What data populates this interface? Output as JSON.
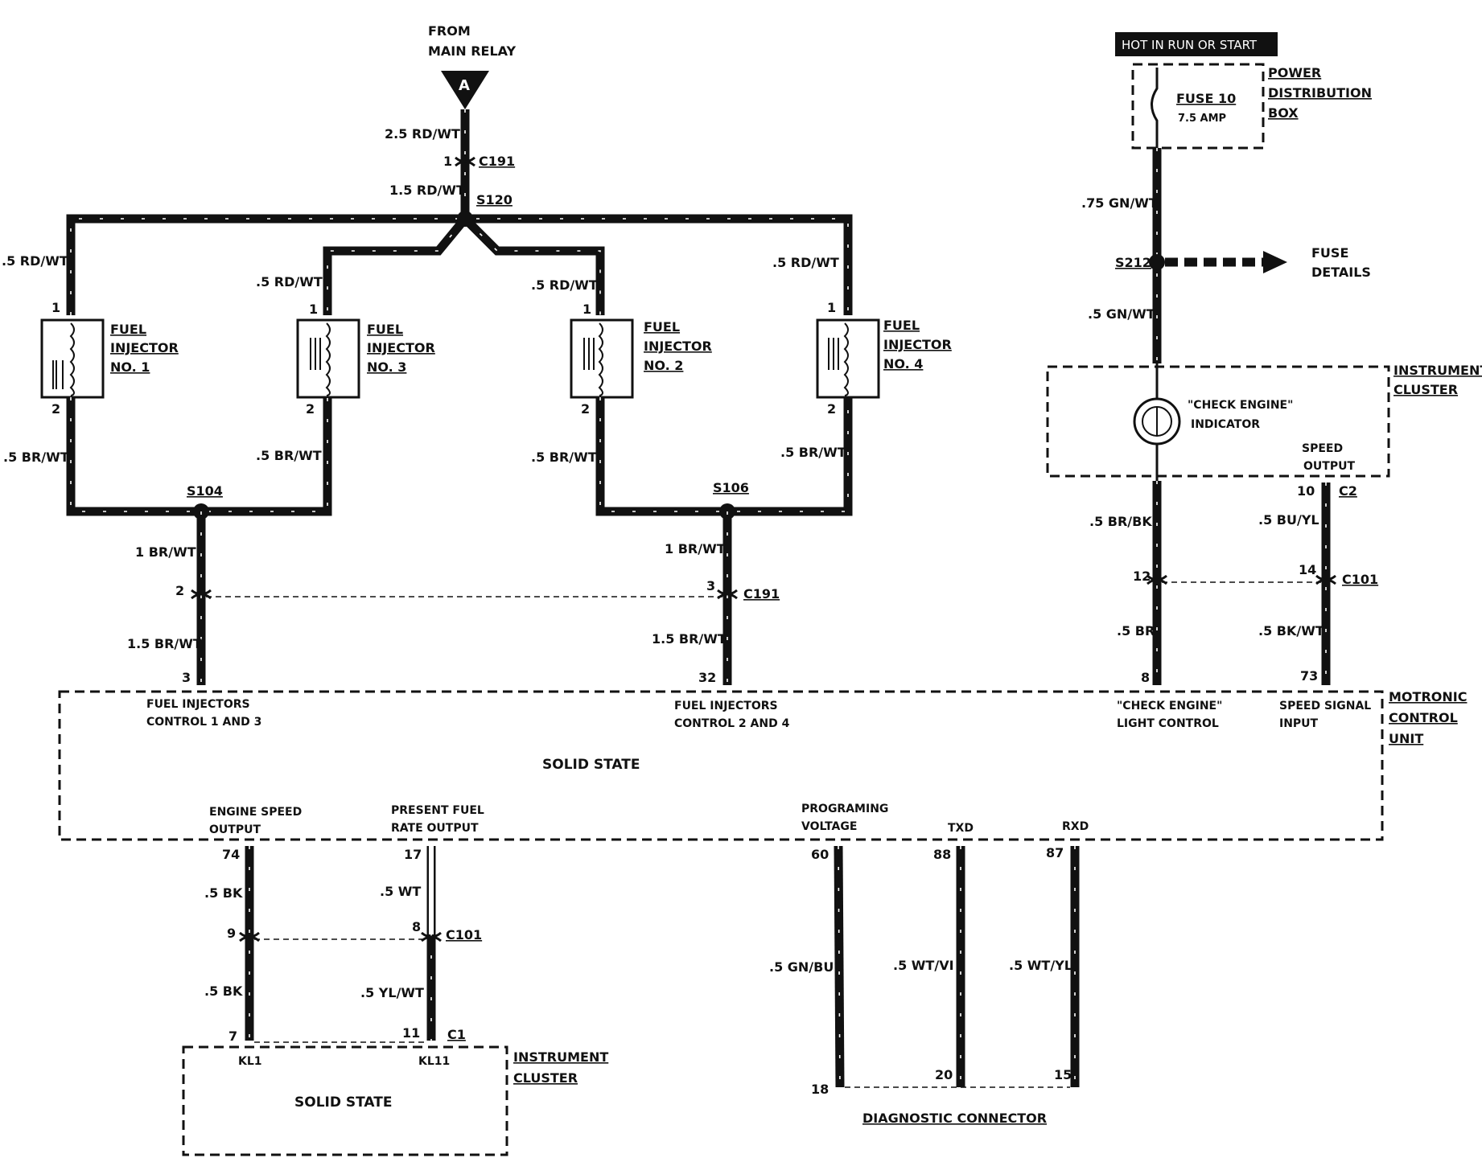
{
  "source": {
    "line1": "FROM",
    "line2": "MAIN RELAY",
    "marker": "A"
  },
  "top_wires": {
    "main": "2.5 RD/WT",
    "main_pin": "1",
    "c191_top": "C191",
    "bus": "1.5 RD/WT",
    "s120": "S120"
  },
  "injectors": [
    {
      "l1": "FUEL",
      "l2": "INJECTOR",
      "l3": "NO. 1",
      "pin_top": "1",
      "pin_bot": "2",
      "wire_top": ".5 RD/WT",
      "wire_bot": ".5 BR/WT"
    },
    {
      "l1": "FUEL",
      "l2": "INJECTOR",
      "l3": "NO. 3",
      "pin_top": "1",
      "pin_bot": "2",
      "wire_top": ".5 RD/WT",
      "wire_bot": ".5 BR/WT"
    },
    {
      "l1": "FUEL",
      "l2": "INJECTOR",
      "l3": "NO. 2",
      "pin_top": "1",
      "pin_bot": "2",
      "wire_top": ".5 RD/WT",
      "wire_bot": ".5 BR/WT"
    },
    {
      "l1": "FUEL",
      "l2": "INJECTOR",
      "l3": "NO. 4",
      "pin_top": "1",
      "pin_bot": "2",
      "wire_top": ".5 RD/WT",
      "wire_bot": ".5 BR/WT"
    }
  ],
  "splices": {
    "s104": "S104",
    "s106": "S106",
    "s212": "S212",
    "left_w1": "1 BR/WT",
    "left_pin": "2",
    "left_w2": "1.5 BR/WT",
    "left_ecu_pin": "3",
    "right_w1": "1 BR/WT",
    "right_pin": "3",
    "c191_mid": "C191",
    "right_w2": "1.5 BR/WT",
    "right_ecu_pin": "32"
  },
  "power": {
    "hot_label": "HOT IN RUN OR START",
    "fuse_name": "FUSE 10",
    "fuse_amp": "7.5 AMP",
    "pdb1": "POWER",
    "pdb2": "DISTRIBUTION",
    "pdb3": "BOX",
    "w1": ".75 GN/WT",
    "fuse_details1": "FUSE",
    "fuse_details2": "DETAILS",
    "w2": ".5 GN/WT"
  },
  "cluster_top": {
    "l1": "INSTRUMENT",
    "l2": "CLUSTER",
    "indicator1": "\"CHECK ENGINE\"",
    "indicator2": "INDICATOR",
    "speed1": "SPEED",
    "speed2": "OUTPUT",
    "pin10": "10",
    "c2": "C2",
    "w_brbk": ".5 BR/BK",
    "w_buyl": ".5 BU/YL",
    "pin12": "12",
    "pin14": "14",
    "c101": "C101",
    "w_br": ".5 BR",
    "w_bkwt": ".5 BK/WT",
    "pin8": "8",
    "pin73": "73"
  },
  "ecu": {
    "name1": "MOTRONIC",
    "name2": "CONTROL",
    "name3": "UNIT",
    "solid_state": "SOLID STATE",
    "inj13_a": "FUEL INJECTORS",
    "inj13_b": "CONTROL 1 AND 3",
    "inj24_a": "FUEL INJECTORS",
    "inj24_b": "CONTROL 2 AND 4",
    "check_a": "\"CHECK ENGINE\"",
    "check_b": "LIGHT CONTROL",
    "speed_a": "SPEED SIGNAL",
    "speed_b": "INPUT",
    "eng_a": "ENGINE SPEED",
    "eng_b": "OUTPUT",
    "fuel_a": "PRESENT FUEL",
    "fuel_b": "RATE OUTPUT",
    "prog_a": "PROGRAMING",
    "prog_b": "VOLTAGE",
    "txd": "TXD",
    "rxd": "RXD"
  },
  "bottom": {
    "pin74": "74",
    "w_bk1": ".5 BK",
    "pin9": "9",
    "w_bk2": ".5 BK",
    "pin7": "7",
    "kl1": "KL1",
    "pin17": "17",
    "w_wt": ".5  WT",
    "pin8": "8",
    "c101": "C101",
    "w_ylwt": ".5 YL/WT",
    "pin11": "11",
    "c1": "C1",
    "kl11": "KL11",
    "pin60": "60",
    "w_gnbu": ".5 GN/BU",
    "pin18": "18",
    "pin88": "88",
    "w_wtvi": ".5 WT/VI",
    "pin20": "20",
    "pin87": "87",
    "w_wtyl": ".5 WT/YL",
    "pin15": "15",
    "diag": "DIAGNOSTIC CONNECTOR",
    "ic1": "INSTRUMENT",
    "ic2": "CLUSTER",
    "ic_solid": "SOLID STATE"
  }
}
